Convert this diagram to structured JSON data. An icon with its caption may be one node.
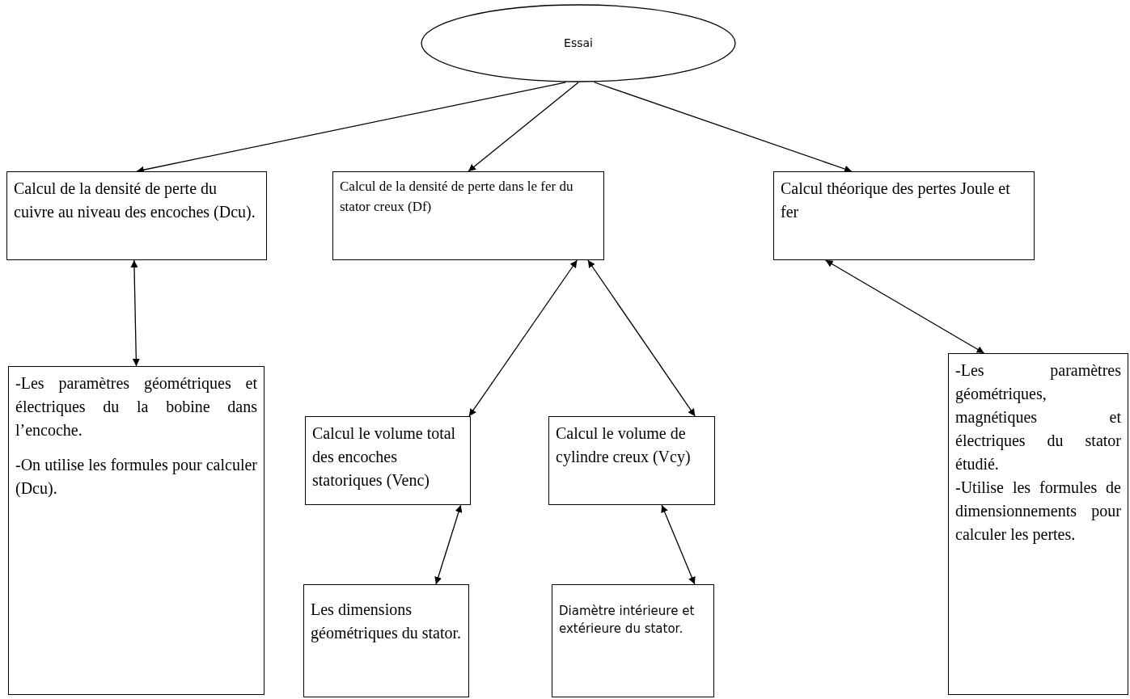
{
  "diagram": {
    "nodes": [
      {
        "text": [
          "Essai"
        ]
      },
      {
        "text": [
          "Calcul de la densité de perte du cuivre au niveau des encoches (Dcu)."
        ]
      },
      {
        "text": [
          "Calcul de la densité de perte dans le fer du stator creux (Df)"
        ]
      },
      {
        "text": [
          "Calcul théorique des pertes Joule et fer"
        ]
      },
      {
        "text": [
          "-Les paramètres géométriques et électriques du la bobine dans l’encoche.",
          "-On utilise les formules pour calculer (Dcu)."
        ]
      },
      {
        "text": [
          "Calcul le volume total des encoches statoriques (Venc)"
        ]
      },
      {
        "text": [
          "Calcul le volume de cylindre creux (Vcy)"
        ]
      },
      {
        "text": [
          "-Les paramètres géométriques, magnétiques et électriques du stator étudié.",
          "-Utilise les formules de dimensionnements pour calculer les pertes."
        ]
      },
      {
        "text": [
          "Les dimensions géométriques du stator."
        ]
      },
      {
        "text": [
          "Diamètre intérieure et extérieure du stator."
        ]
      }
    ],
    "edges": [
      {
        "from": 0,
        "to": 1,
        "arrow": "to"
      },
      {
        "from": 0,
        "to": 2,
        "arrow": "to"
      },
      {
        "from": 0,
        "to": 3,
        "arrow": "to"
      },
      {
        "from": 1,
        "to": 4,
        "arrow": "both"
      },
      {
        "from": 2,
        "to": 5,
        "arrow": "both"
      },
      {
        "from": 2,
        "to": 6,
        "arrow": "both"
      },
      {
        "from": 3,
        "to": 7,
        "arrow": "both"
      },
      {
        "from": 5,
        "to": 8,
        "arrow": "both"
      },
      {
        "from": 6,
        "to": 9,
        "arrow": "both"
      }
    ]
  }
}
